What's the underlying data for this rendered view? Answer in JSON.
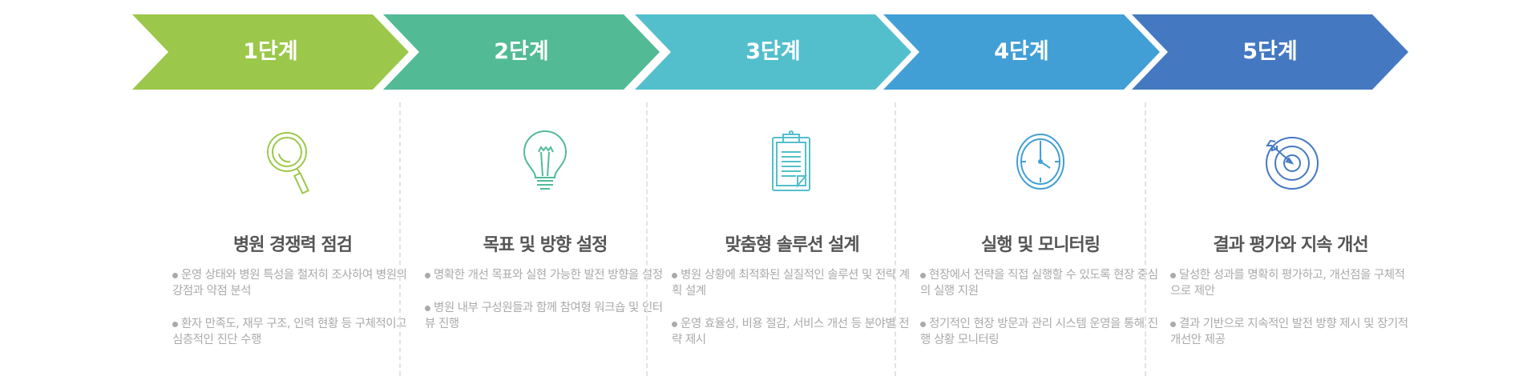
{
  "colors": [
    "#9BC84A",
    "#52BB95",
    "#54BFCC",
    "#429FD6",
    "#4479C2"
  ],
  "steps": [
    {
      "label": "1단계",
      "icon": "magnifier-icon",
      "title": "병원 경쟁력 점검",
      "bullets": [
        "운영 상태와 병원 특성을 철저히 조사하여 병원의 강점과 약점 분석",
        "환자 만족도, 재무 구조, 인력 현황 등 구체적이고 심층적인 진단 수행"
      ]
    },
    {
      "label": "2단계",
      "icon": "lightbulb-icon",
      "title": "목표 및 방향 설정",
      "bullets": [
        "명확한 개선 목표와 실현 가능한 발전 방향을 설정",
        "병원 내부 구성원들과 함께 참여형 워크숍 및 인터뷰 진행"
      ]
    },
    {
      "label": "3단계",
      "icon": "clipboard-icon",
      "title": "맞춤형 솔루션 설계",
      "bullets": [
        "병원 상황에 최적화된 실질적인 솔루션 및 전략 계획 설계",
        "운영 효율성, 비용 절감, 서비스 개선 등 분야별 전략 제시"
      ]
    },
    {
      "label": "4단계",
      "icon": "clock-icon",
      "title": "실행 및 모니터링",
      "bullets": [
        "현장에서 전략을 직접 실행할 수 있도록 현장 중심의 실행 지원",
        "정기적인 현장 방문과 관리 시스템 운영을 통해 진행 상황 모니터링"
      ]
    },
    {
      "label": "5단계",
      "icon": "target-icon",
      "title": "결과 평가와 지속 개선",
      "bullets": [
        "달성한 성과를 명확히 평가하고, 개선점을 구체적으로 제안",
        "결과 기반으로 지속적인 발전 방향 제시 및 장기적 개선안 제공"
      ]
    }
  ]
}
